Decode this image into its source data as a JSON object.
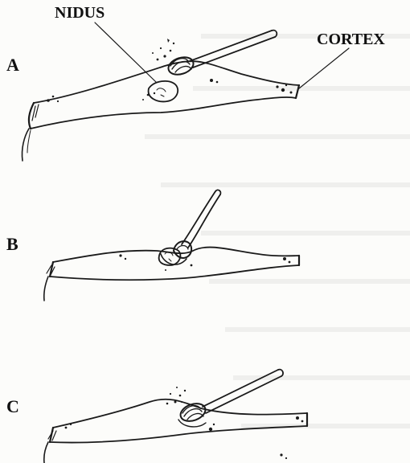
{
  "labels": {
    "nidus": "NIDUS",
    "cortex": "CORTEX",
    "panel_a": "A",
    "panel_b": "B",
    "panel_c": "C"
  },
  "colors": {
    "ink": "#1a1a1a",
    "paper": "#fcfcfa"
  }
}
